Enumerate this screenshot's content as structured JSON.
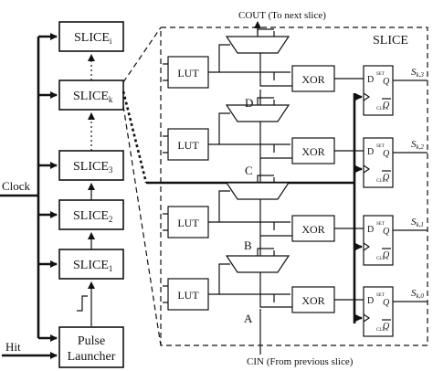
{
  "left_chain": {
    "slices": [
      {
        "main": "SLICE",
        "sub": "i"
      },
      {
        "main": "SLICE",
        "sub": "k"
      },
      {
        "main": "SLICE",
        "sub": "3"
      },
      {
        "main": "SLICE",
        "sub": "2"
      },
      {
        "main": "SLICE",
        "sub": "1"
      }
    ],
    "pulse_launcher": [
      "Pulse",
      "Launcher"
    ],
    "clock_label": "Clock",
    "hit_label": "Hit"
  },
  "slice_detail": {
    "title": "SLICE",
    "cout_label": "COUT (To next slice)",
    "cin_label": "CIN (From previous slice)",
    "lut_label": "LUT",
    "xor_label": "XOR",
    "node_labels": [
      "D",
      "C",
      "B",
      "A"
    ],
    "flipflop": {
      "d": "D",
      "q": "Q",
      "qbar": "Q",
      "set": "SET",
      "clr": "CLR"
    },
    "outputs": [
      {
        "main": "S",
        "sub": "k,3"
      },
      {
        "main": "S",
        "sub": "k,2"
      },
      {
        "main": "S",
        "sub": "k,1"
      },
      {
        "main": "S",
        "sub": "k,0"
      }
    ]
  }
}
